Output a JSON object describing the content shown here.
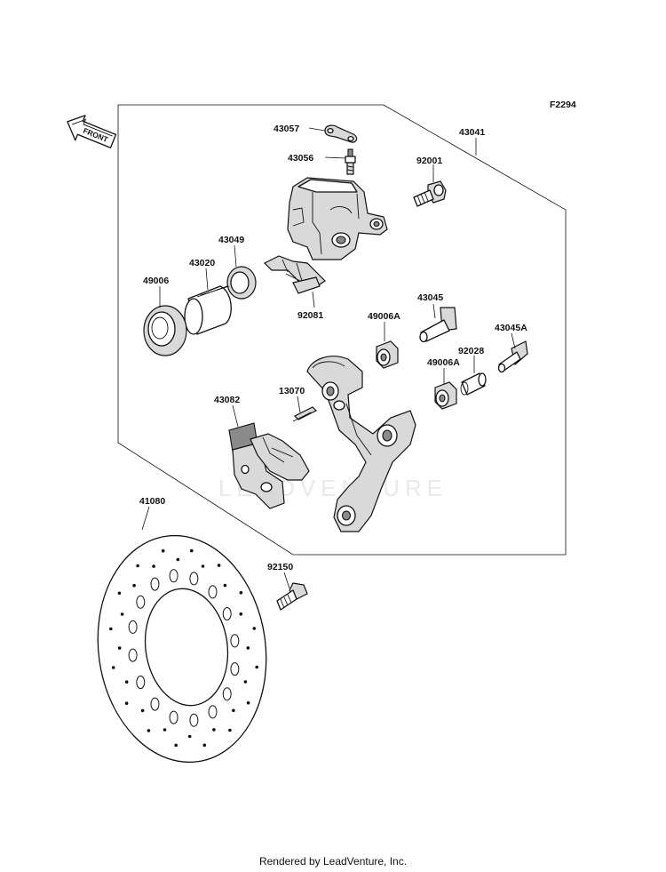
{
  "figure_code": "F2294",
  "front_label": "FRONT",
  "watermark": "LEADVENTURE",
  "footer": "Rendered by LeadVenture, Inc.",
  "callouts": {
    "p43057": "43057",
    "p43056": "43056",
    "p43041": "43041",
    "p92001": "92001",
    "p43049": "43049",
    "p43020": "43020",
    "p49006": "49006",
    "p92081": "92081",
    "p43045": "43045",
    "p49006A_1": "49006A",
    "p43045A": "43045A",
    "p92028": "92028",
    "p49006A_2": "49006A",
    "p13070": "13070",
    "p43082": "43082",
    "p41080": "41080",
    "p92150": "92150"
  }
}
